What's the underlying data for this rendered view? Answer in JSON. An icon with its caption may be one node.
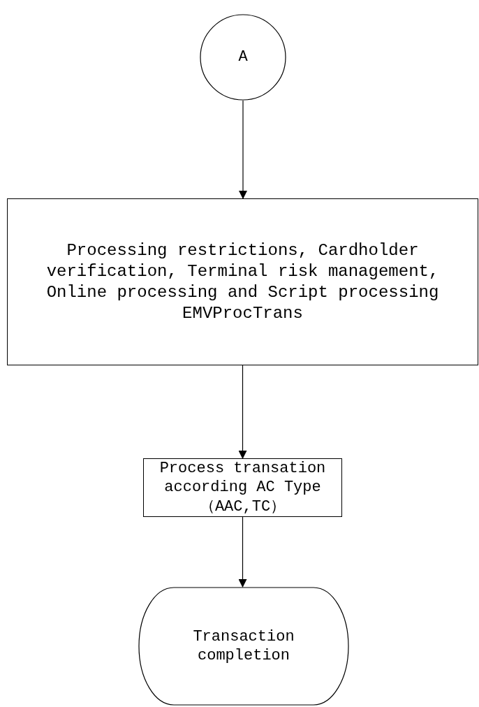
{
  "diagram": {
    "nodes": [
      {
        "text": [
          "A"
        ]
      },
      {
        "text": [
          "Processing restrictions, Cardholder verification, Terminal risk management, Online processing and Script processing",
          "EMVProcTrans"
        ]
      },
      {
        "text": [
          "Process transation according AC Type （AAC,TC）"
        ]
      },
      {
        "text": [
          "Transaction completion"
        ]
      }
    ],
    "edges": [
      {
        "from": 0,
        "to": 1,
        "arrow": "to"
      },
      {
        "from": 1,
        "to": 2,
        "arrow": "to"
      },
      {
        "from": 2,
        "to": 3,
        "arrow": "to"
      }
    ]
  }
}
